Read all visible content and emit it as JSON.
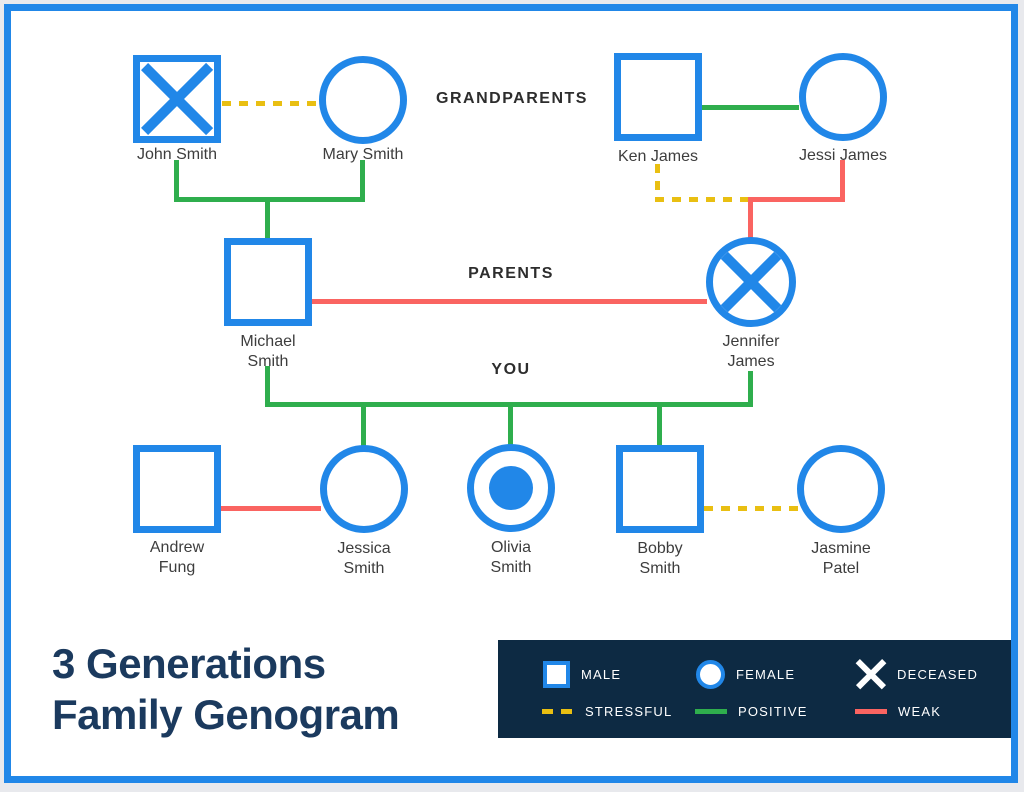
{
  "title": {
    "line1": "3 Generations",
    "line2": "Family Genogram"
  },
  "sections": {
    "grandparents": "GRANDPARENTS",
    "parents": "PARENTS",
    "you": "YOU"
  },
  "people": {
    "john": {
      "label": "John Smith",
      "gender": "male",
      "deceased": true
    },
    "mary": {
      "label": "Mary Smith",
      "gender": "female",
      "deceased": false
    },
    "ken": {
      "label": "Ken James",
      "gender": "male",
      "deceased": false
    },
    "jessi": {
      "label": "Jessi James",
      "gender": "female",
      "deceased": false
    },
    "michael": {
      "label": "Michael\nSmith",
      "gender": "male",
      "deceased": false
    },
    "jennifer": {
      "label": "Jennifer\nJames",
      "gender": "female",
      "deceased": true
    },
    "andrew": {
      "label": "Andrew\nFung",
      "gender": "male",
      "deceased": false
    },
    "jessica": {
      "label": "Jessica\nSmith",
      "gender": "female",
      "deceased": false
    },
    "olivia": {
      "label": "Olivia\nSmith",
      "gender": "female",
      "deceased": false,
      "marked": true
    },
    "bobby": {
      "label": "Bobby\nSmith",
      "gender": "male",
      "deceased": false
    },
    "jasmine": {
      "label": "Jasmine\nPatel",
      "gender": "female",
      "deceased": false
    }
  },
  "relationships": [
    {
      "between": [
        "John Smith",
        "Mary Smith"
      ],
      "type": "stressful"
    },
    {
      "between": [
        "Ken James",
        "Jessi James"
      ],
      "type": "positive"
    },
    {
      "between": [
        "Ken James",
        "Jennifer James"
      ],
      "type": "stressful"
    },
    {
      "between": [
        "Jessi James",
        "Jennifer James"
      ],
      "type": "weak"
    },
    {
      "between": [
        "John Smith + Mary Smith",
        "Michael Smith"
      ],
      "type": "positive"
    },
    {
      "between": [
        "Michael Smith",
        "Jennifer James"
      ],
      "type": "weak"
    },
    {
      "between": [
        "Michael Smith + Jennifer James",
        "Jessica Smith / Olivia Smith / Bobby Smith"
      ],
      "type": "positive"
    },
    {
      "between": [
        "Andrew Fung",
        "Jessica Smith"
      ],
      "type": "weak"
    },
    {
      "between": [
        "Bobby Smith",
        "Jasmine Patel"
      ],
      "type": "stressful"
    }
  ],
  "legend": {
    "male": "MALE",
    "female": "FEMALE",
    "deceased": "DECEASED",
    "stressful": "STRESSFUL",
    "positive": "POSITIVE",
    "weak": "WEAK"
  },
  "colors": {
    "blue": "#2187e8",
    "green": "#2fae4d",
    "red": "#fa6461",
    "yellow": "#e9bf12",
    "legend_bg": "#0d2a43",
    "title": "#1b3a5e",
    "page_bg": "#e8e9ed",
    "name_text": "#3d3d3d",
    "section_text": "#2d2d2d"
  }
}
